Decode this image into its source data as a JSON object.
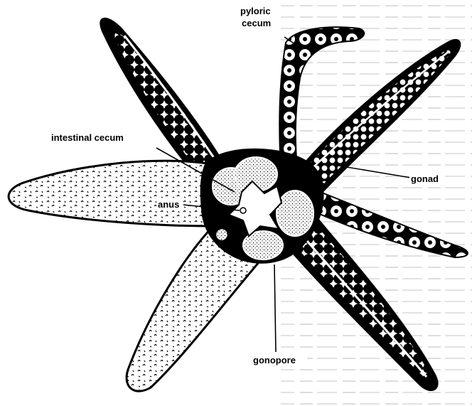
{
  "diagram": {
    "labels": {
      "pyloric_cecum_line1": "pyloric",
      "pyloric_cecum_line2": "cecum",
      "intestinal_cecum": "intestinal cecum",
      "anus": "anus",
      "gonad": "gonad",
      "gonopore": "gonopore"
    },
    "colors": {
      "ink": "#000000",
      "paper": "#ffffff",
      "faded_print": "#c8c8c8"
    }
  }
}
